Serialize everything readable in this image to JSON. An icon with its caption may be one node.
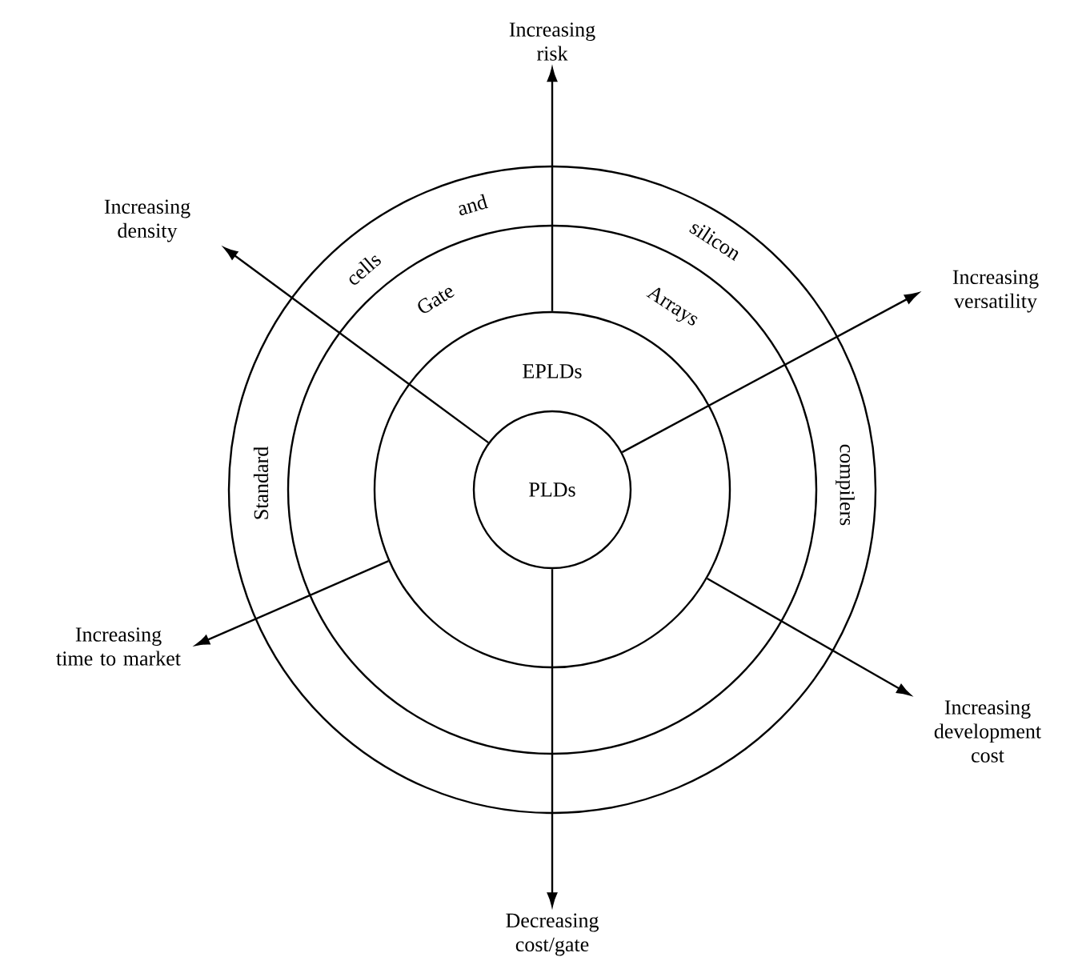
{
  "diagram": {
    "nodes": [
      {
        "text": [
          "Standard",
          "cells",
          "and",
          "silicon",
          "compilers"
        ]
      },
      {
        "text": [
          "Gate",
          "Arrays"
        ],
        "in": 0
      },
      {
        "text": [
          "EPLDs"
        ],
        "in": 1
      },
      {
        "text": [
          "PLDs"
        ],
        "in": 2
      },
      {
        "text": [
          "Increasing risk"
        ]
      },
      {
        "text": [
          "Increasing density"
        ]
      },
      {
        "text": [
          "Increasing versatility"
        ]
      },
      {
        "text": [
          "Increasing time to market"
        ]
      },
      {
        "text": [
          "Increasing development cost"
        ]
      },
      {
        "text": [
          "Decreasing cost/gate"
        ]
      }
    ],
    "edges": [
      {
        "from": 2,
        "to": 4,
        "arrow": "to"
      },
      {
        "from": 3,
        "to": 5,
        "arrow": "to"
      },
      {
        "from": 3,
        "to": 6,
        "arrow": "to"
      },
      {
        "from": 2,
        "to": 7,
        "arrow": "to"
      },
      {
        "from": 2,
        "to": 8,
        "arrow": "to"
      },
      {
        "from": 3,
        "to": 9,
        "arrow": "to"
      }
    ]
  }
}
